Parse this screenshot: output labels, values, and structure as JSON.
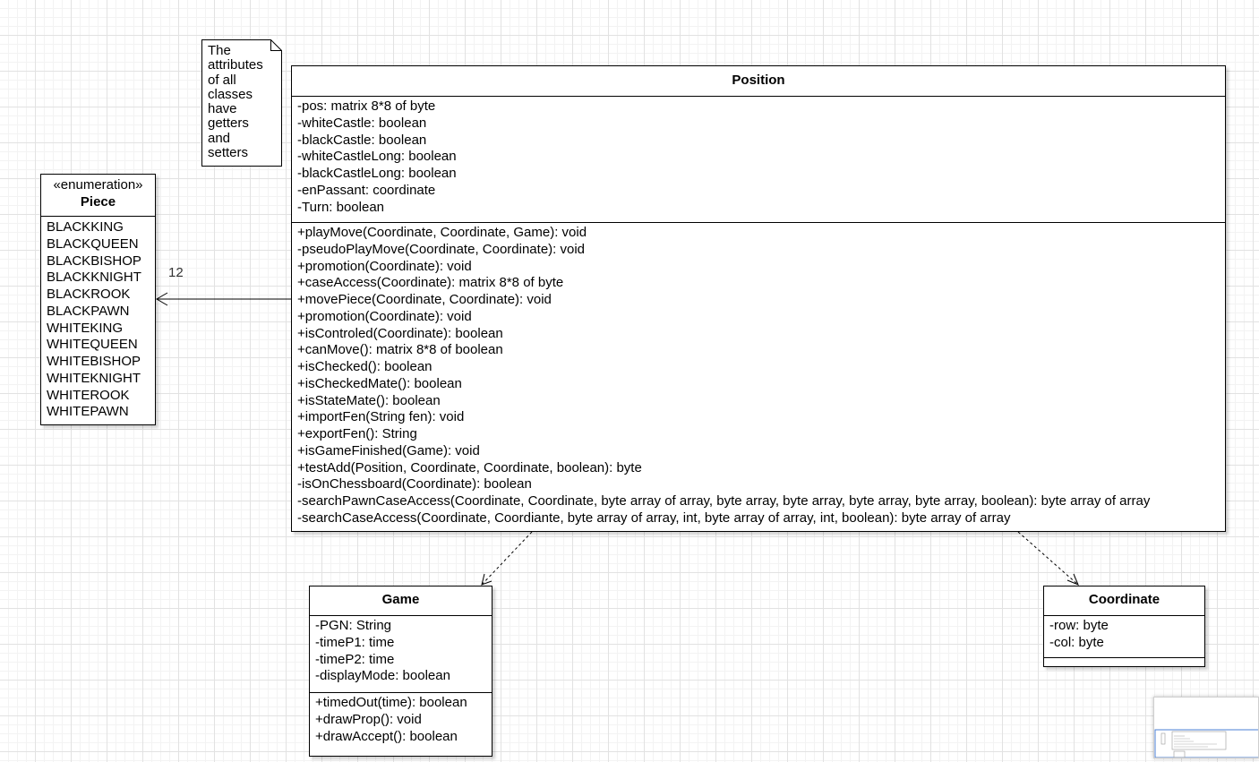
{
  "note": {
    "lines": [
      "The",
      "attributes",
      "of all",
      "classes",
      "have",
      "getters",
      "and",
      "setters"
    ]
  },
  "piece": {
    "stereotype": "«enumeration»",
    "name": "Piece",
    "values": [
      "BLACKKING",
      "BLACKQUEEN",
      "BLACKBISHOP",
      "BLACKKNIGHT",
      "BLACKROOK",
      "BLACKPAWN",
      "WHITEKING",
      "WHITEQUEEN",
      "WHITEBISHOP",
      "WHITEKNIGHT",
      "WHITEROOK",
      "WHITEPAWN"
    ]
  },
  "association": {
    "multiplicity": "12"
  },
  "position": {
    "name": "Position",
    "attributes": [
      "-pos: matrix 8*8 of byte",
      "-whiteCastle: boolean",
      "-blackCastle: boolean",
      "-whiteCastleLong: boolean",
      "-blackCastleLong: boolean",
      "-enPassant: coordinate",
      "-Turn: boolean"
    ],
    "methods": [
      "+playMove(Coordinate, Coordinate, Game): void",
      "-pseudoPlayMove(Coordinate, Coordinate): void",
      "+promotion(Coordinate): void",
      "+caseAccess(Coordinate): matrix 8*8 of byte",
      "+movePiece(Coordinate, Coordinate): void",
      "+promotion(Coordinate): void",
      "+isControled(Coordinate): boolean",
      "+canMove(): matrix 8*8 of boolean",
      "+isChecked(): boolean",
      "+isCheckedMate(): boolean",
      "+isStateMate(): boolean",
      "+importFen(String fen): void",
      "+exportFen(): String",
      "+isGameFinished(Game): void",
      "+testAdd(Position, Coordinate, Coordinate, boolean): byte",
      "-isOnChessboard(Coordinate): boolean",
      "-searchPawnCaseAccess(Coordinate, Coordinate, byte array of array, byte array, byte array, byte array, byte array, boolean): byte array of array",
      "-searchCaseAccess(Coordinate, Coordiante, byte array of array, int, byte array of array, int, boolean): byte array of array"
    ]
  },
  "game": {
    "name": "Game",
    "attributes": [
      "-PGN: String",
      "-timeP1: time",
      "-timeP2: time",
      "-displayMode: boolean"
    ],
    "methods": [
      "+timedOut(time): boolean",
      "+drawProp(): void",
      "+drawAccept(): boolean"
    ]
  },
  "coordinate": {
    "name": "Coordinate",
    "attributes": [
      "-row: byte",
      "-col: byte"
    ],
    "methods": []
  }
}
